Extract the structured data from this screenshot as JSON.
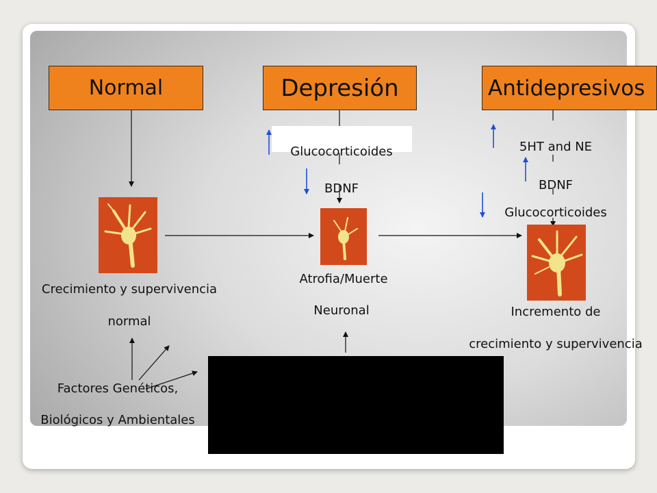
{
  "headers": {
    "normal": "Normal",
    "depresion": "Depresión",
    "antidepresivos": "Antidepresivos"
  },
  "depresion_factors": {
    "glucocorticoides": "Glucocorticoides",
    "bdnf": "BDNF"
  },
  "antidep_factors": {
    "serotonin": "5HT and NE",
    "bdnf": "BDNF",
    "glucocorticoides": "Glucocorticoides"
  },
  "outcomes": {
    "normal_line1": "Crecimiento y supervivencia",
    "normal_line2": "normal",
    "depresion_line1": "Atrofia/Muerte",
    "depresion_line2": "Neuronal",
    "antidep_line1": "Incremento de",
    "antidep_line2": "crecimiento y supervivencia"
  },
  "factors": {
    "line1": "Factores Genéticos,",
    "line2": "Biológicos y Ambientales"
  },
  "colors": {
    "header_fill": "#f0821e",
    "arrow_up_down": "#1f4fd6",
    "neuron_bg": "#d24a1c",
    "neuron_body": "#f2e48a"
  }
}
